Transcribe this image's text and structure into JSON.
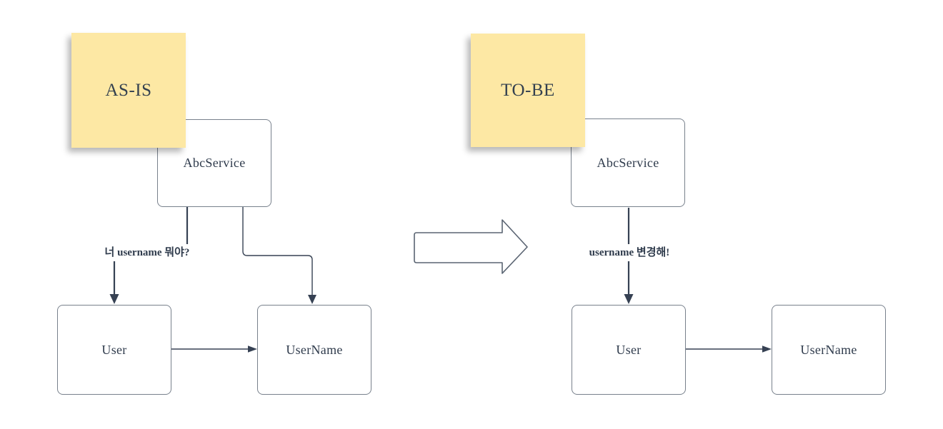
{
  "colors": {
    "background": "#ffffff",
    "note_fill": "#fde8a4",
    "note_text": "#33404f",
    "shape_fill": "#ffffff",
    "shape_border": "#78818c",
    "shape_text": "#2f3b4c",
    "connector": "#364153",
    "block_arrow_border": "#5a6472"
  },
  "panels": {
    "as_is": {
      "note_label": "AS-IS",
      "nodes": {
        "service": "AbcService",
        "user": "User",
        "username": "UserName"
      },
      "edge_labels": {
        "ask": "너 username 뭐야?"
      }
    },
    "to_be": {
      "note_label": "TO-BE",
      "nodes": {
        "service": "AbcService",
        "user": "User",
        "username": "UserName"
      },
      "edge_labels": {
        "command": "username 변경해!"
      }
    }
  }
}
